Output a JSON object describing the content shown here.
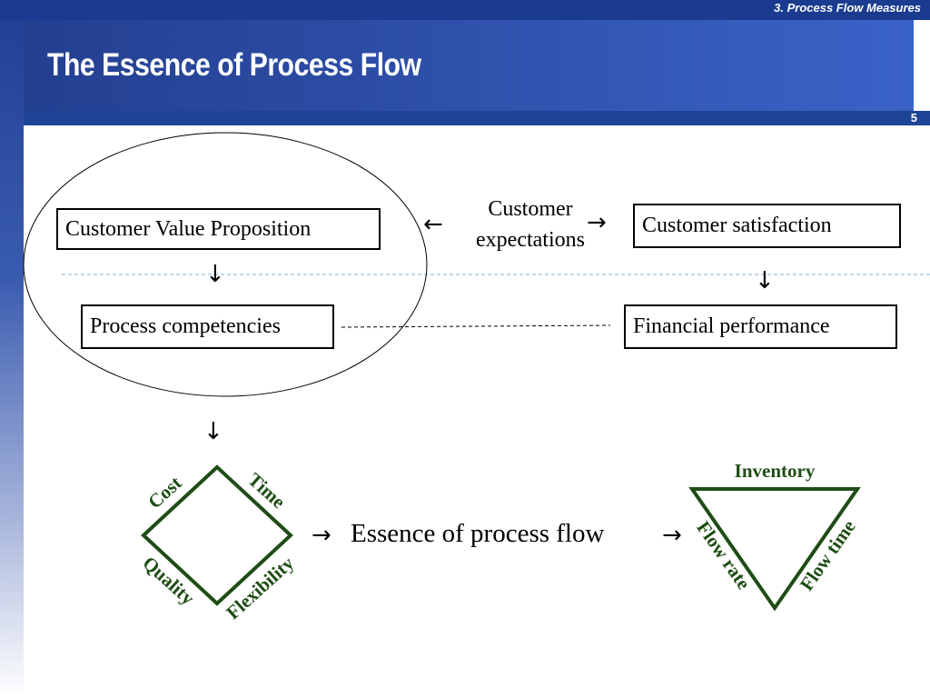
{
  "header": {
    "section_label": "3. Process Flow Measures",
    "title": "The Essence of Process Flow",
    "page_number": "5"
  },
  "diagram": {
    "customer_value_proposition": "Customer Value Proposition",
    "process_competencies": "Process competencies",
    "customer_expectations_line1": "Customer",
    "customer_expectations_line2": "expectations",
    "customer_satisfaction": "Customer satisfaction",
    "financial_performance": "Financial performance",
    "essence_label": "Essence of process flow",
    "diamond_labels": {
      "cost": "Cost",
      "time": "Time",
      "quality": "Quality",
      "flexibility": "Flexibility"
    },
    "triangle_labels": {
      "inventory": "Inventory",
      "flow_rate": "Flow rate",
      "flow_time": "Flow time"
    },
    "colors": {
      "green": "#1e4d14",
      "header_blue": "#2e4fa8",
      "dashed_blue": "#7fb0d8"
    },
    "icons": {
      "arrow_left": "←",
      "arrow_right": "→",
      "arrow_down": "↓"
    }
  }
}
